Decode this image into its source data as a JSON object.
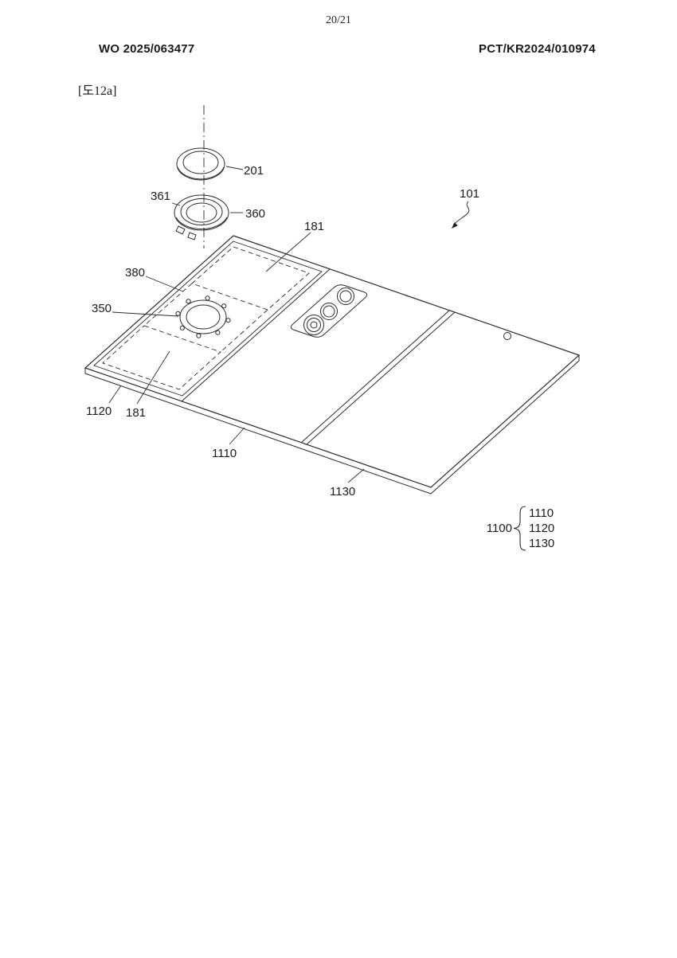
{
  "page": {
    "page_number": "20/21",
    "publication_number": "WO 2025/063477",
    "application_number": "PCT/KR2024/010974",
    "figure_tag": "[도12a]"
  },
  "figure": {
    "ref_labels": {
      "r201": "201",
      "r361": "361",
      "r360": "360",
      "r181_upper": "181",
      "r101": "101",
      "r380": "380",
      "r350": "350",
      "r1120": "1120",
      "r181_lower": "181",
      "r1110": "1110",
      "r1130": "1130"
    },
    "group": {
      "label": "1100",
      "items": [
        "1110",
        "1120",
        "1130"
      ]
    }
  }
}
